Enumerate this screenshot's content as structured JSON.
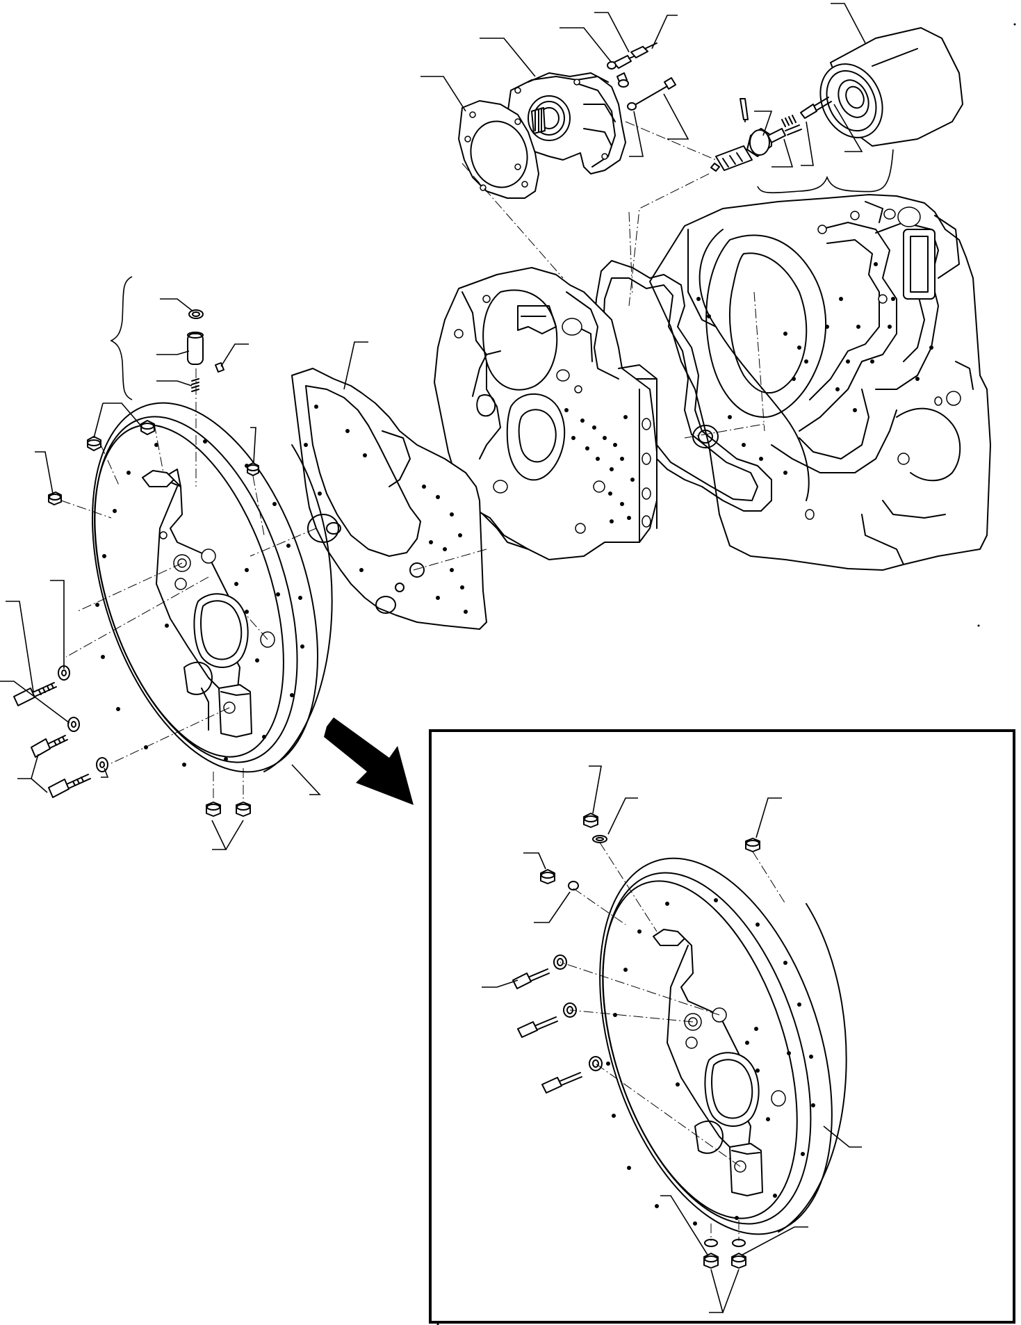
{
  "drawing": {
    "background": "#ffffff",
    "ink": "#000000"
  },
  "components": [
    {
      "id": "transmission-housing",
      "icon": "transmission-housing-icon"
    },
    {
      "id": "oil-filter",
      "icon": "oil-filter-icon"
    },
    {
      "id": "filter-head-valve-assembly",
      "icon": "valve-assembly-icon"
    },
    {
      "id": "pump-body",
      "icon": "pump-icon"
    },
    {
      "id": "pump-gasket",
      "icon": "gasket-icon"
    },
    {
      "id": "pump-bolts",
      "icon": "bolt-icon"
    },
    {
      "id": "cover-plate",
      "icon": "cover-plate-icon"
    },
    {
      "id": "cover-gasket",
      "icon": "gasket-icon"
    },
    {
      "id": "front-cover",
      "icon": "front-cover-icon"
    },
    {
      "id": "relief-valve-kit",
      "icon": "valve-icon"
    },
    {
      "id": "plugs",
      "icon": "plug-icon"
    },
    {
      "id": "screws-and-washers",
      "icon": "bolt-icon"
    },
    {
      "id": "front-cover-variant-inset",
      "icon": "front-cover-icon"
    }
  ]
}
